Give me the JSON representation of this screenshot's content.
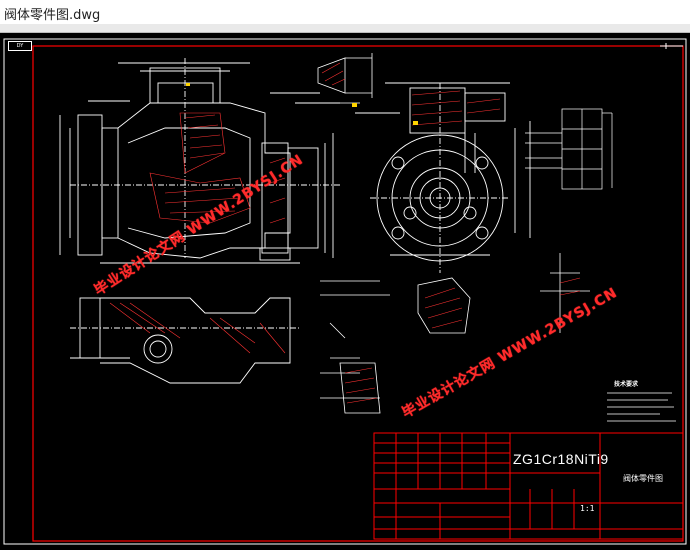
{
  "window": {
    "title": "阀体零件图.dwg"
  },
  "watermarks": [
    "毕业设计论文网",
    "WWW.2BYSJ.CN"
  ],
  "title_block": {
    "material": "ZG1Cr18NiTi9",
    "drawing_name": "阀体零件图",
    "scale": "1:1"
  },
  "notes": {
    "heading": "技术要求"
  },
  "sheet": {
    "label": "DY"
  },
  "colors": {
    "background": "#000000",
    "lines": "#ffffff",
    "frame": "#ff0000",
    "section": "#ff3333",
    "accent": "#ffff00"
  }
}
